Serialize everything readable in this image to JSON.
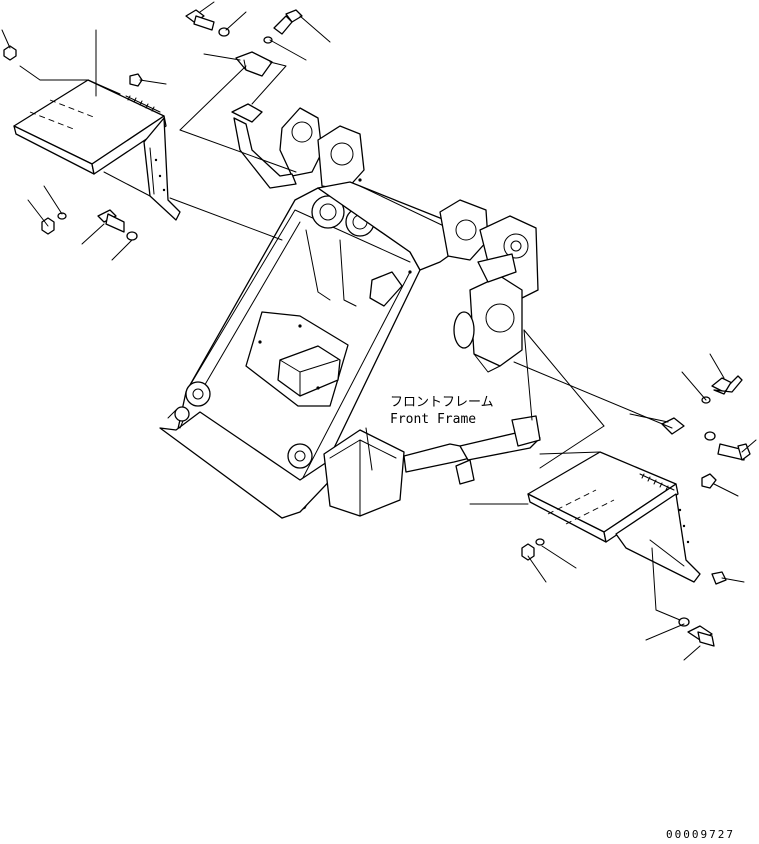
{
  "callout": {
    "jp": "フロントフレーム",
    "en": "Front Frame"
  },
  "drawing_number": "00009727"
}
